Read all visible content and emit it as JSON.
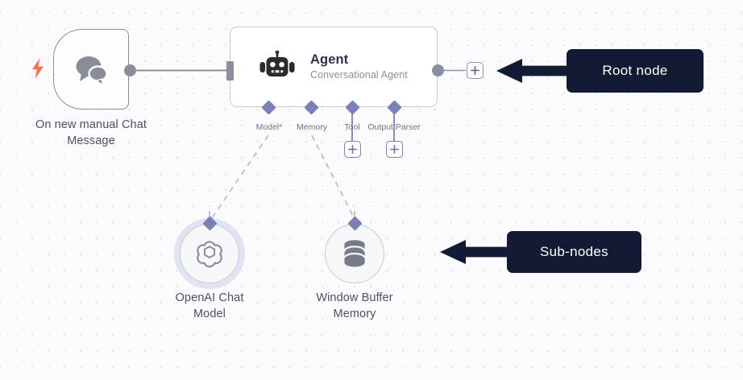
{
  "canvas": {
    "background_color": "#fbfbfd",
    "dot_color": "#e2e3e9"
  },
  "nodes": [
    {
      "id": "trigger",
      "title": "On new manual Chat Message",
      "icon": "chat-bubbles-icon",
      "accent_color": "#ff6d5a",
      "badge_icon": "lightning-bolt-icon"
    },
    {
      "id": "agent",
      "title": "Agent",
      "subtitle": "Conversational Agent",
      "icon": "robot-icon"
    }
  ],
  "trigger": {
    "caption_line1": "On new manual Chat",
    "caption_line2": "Message",
    "caption": "On new manual Chat Message"
  },
  "agent": {
    "title": "Agent",
    "subtitle": "Conversational Agent",
    "connectors": [
      {
        "label": "Model",
        "required": true,
        "required_marker": "*",
        "has_add_button": false
      },
      {
        "label": "Memory",
        "required": false,
        "required_marker": "",
        "has_add_button": false
      },
      {
        "label": "Tool",
        "required": false,
        "required_marker": "",
        "has_add_button": true
      },
      {
        "label": "Output Parser",
        "required": false,
        "required_marker": "",
        "has_add_button": true
      }
    ],
    "output_add_button_label": "+"
  },
  "subnodes": [
    {
      "id": "openai-chat-model",
      "caption_line1": "OpenAI Chat",
      "caption_line2": "Model",
      "caption": "OpenAI Chat Model",
      "icon": "openai-logo-icon",
      "highlighted": true
    },
    {
      "id": "window-buffer-memory",
      "caption_line1": "Window Buffer",
      "caption_line2": "Memory",
      "caption": "Window Buffer Memory",
      "icon": "database-icon",
      "highlighted": false
    }
  ],
  "annotations": [
    {
      "id": "root-node",
      "label": "Root node",
      "arrow": "arrow-left-icon",
      "background": "#131a33"
    },
    {
      "id": "sub-nodes",
      "label": "Sub-nodes",
      "arrow": "arrow-left-icon",
      "background": "#131a33"
    }
  ],
  "buttons": {
    "plus_label": "+"
  }
}
